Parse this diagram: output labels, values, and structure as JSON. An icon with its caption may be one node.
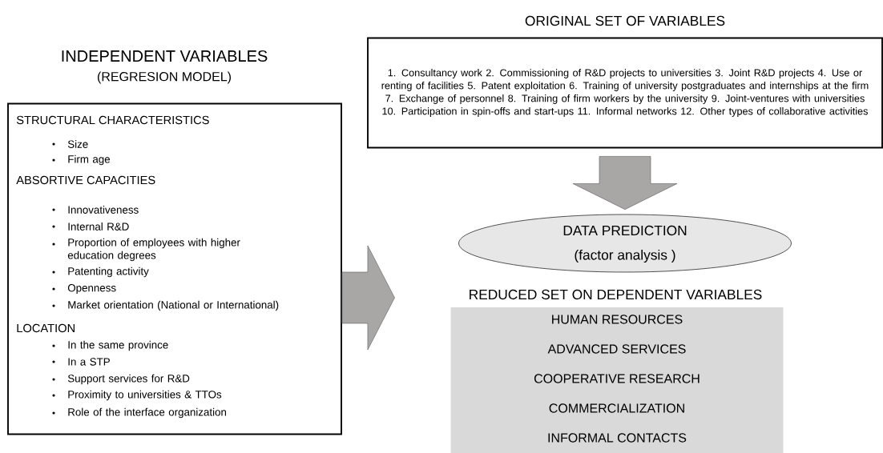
{
  "diagram": {
    "nodes": [
      {
        "text": [
          "INDEPENDENT VARIABLES",
          "(REGRESION MODEL)",
          "STRUCTURAL CHARACTERISTICS",
          "Size",
          "Firm age",
          "ABSORTIVE CAPACITIES",
          "Innovativeness",
          "Internal R&D",
          "Proportion of employees with higher education degrees",
          "Patenting activity",
          "Openness",
          "Market orientation (National or International)",
          "LOCATION",
          "In the same province",
          "In a STP",
          "Support services for R&D",
          "Proximity to universities & TTOs",
          "Role of the interface organization"
        ]
      },
      {
        "text": [
          "ORIGINAL SET OF VARIABLES",
          "1. Consultancy work 2. Commissioning of R&D projects to universities 3. Joint R&D projects 4. Use or renting of facilities 5. Patent exploitation 6. Training of university postgraduates and internships at the firm 7. Exchange of personnel 8. Training of firm workers by the university 9. Joint-ventures with universities 10. Participation in spin-offs and start-ups 11. Informal networks 12. Other types of collaborative activities"
        ]
      },
      {
        "text": [
          "DATA PREDICTION",
          "(factor analysis )"
        ]
      },
      {
        "text": [
          "REDUCED SET ON DEPENDENT VARIABLES",
          "HUMAN RESOURCES",
          "ADVANCED SERVICES",
          "COOPERATIVE RESEARCH",
          "COMMERCIALIZATION",
          "INFORMAL CONTACTS"
        ]
      }
    ],
    "edges": [
      {
        "from": 1,
        "to": 2,
        "arrow": "to"
      },
      {
        "from": 0,
        "to": 3,
        "arrow": "to"
      }
    ]
  }
}
